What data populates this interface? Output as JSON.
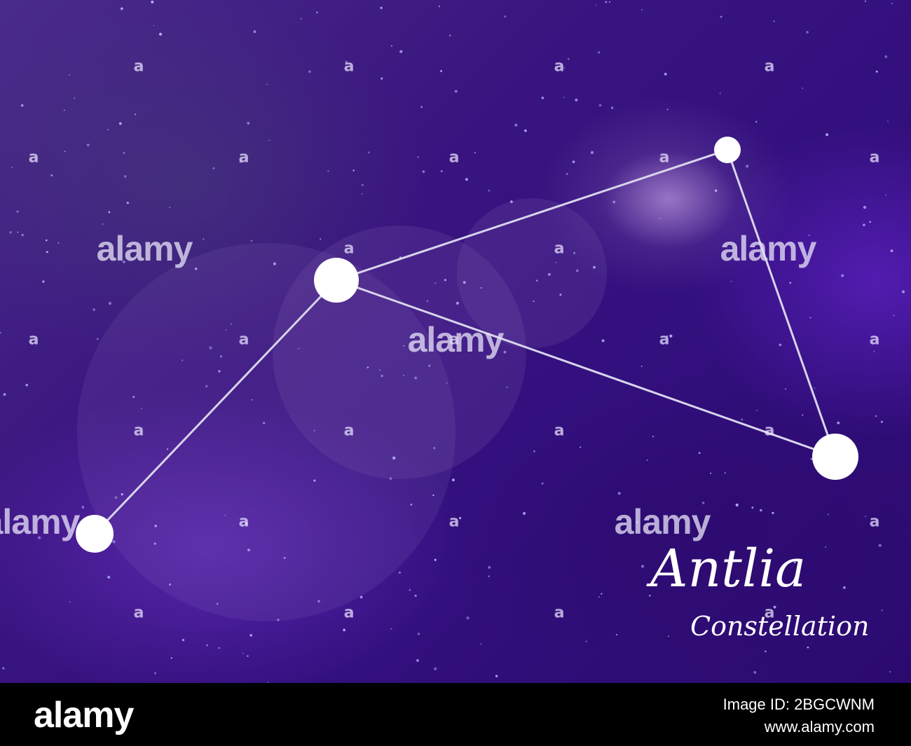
{
  "title": "Antlia",
  "subtitle": "Constellation",
  "watermark": {
    "small_text": "a",
    "large_text": "alamy"
  },
  "footer": {
    "logo": "alamy",
    "image_id": "Image ID: 2BGCWNM",
    "url": "www.alamy.com"
  },
  "colors": {
    "sky_dark": "#2b0a70",
    "sky_mid": "#3a1580",
    "star": "#ffffff",
    "line": "#d8d4ec",
    "footer": "#000000"
  }
}
